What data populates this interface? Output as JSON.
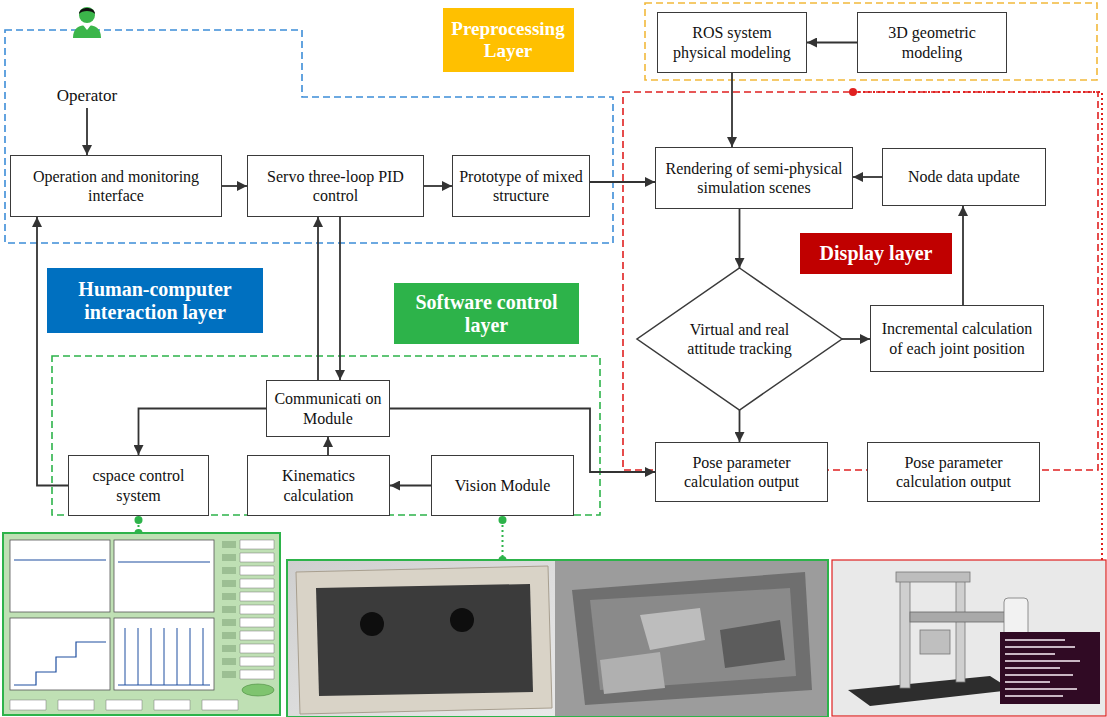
{
  "diagram": {
    "nodes": [
      {
        "text": [
          "Preprocessing Layer"
        ]
      },
      {
        "text": [
          "ROS system physical modeling"
        ]
      },
      {
        "text": [
          "3D geometric modeling"
        ]
      },
      {
        "text": [
          "Operator"
        ]
      },
      {
        "text": [
          "Operation and monitoring interface"
        ]
      },
      {
        "text": [
          "Servo three-loop PID control"
        ]
      },
      {
        "text": [
          "Prototype of mixed structure"
        ]
      },
      {
        "text": [
          "Rendering of semi-physical simulation scenes"
        ]
      },
      {
        "text": [
          "Node data update"
        ]
      },
      {
        "text": [
          "Display layer"
        ]
      },
      {
        "text": [
          "Human-computer interaction layer"
        ]
      },
      {
        "text": [
          "Software control layer"
        ]
      },
      {
        "text": [
          "Virtual and real attitude tracking"
        ]
      },
      {
        "text": [
          "Incremental calculation of each joint position"
        ]
      },
      {
        "text": [
          "Communicati on Module"
        ]
      },
      {
        "text": [
          "cspace control system"
        ]
      },
      {
        "text": [
          "Kinematics calculation"
        ]
      },
      {
        "text": [
          "Vision Module"
        ]
      },
      {
        "text": [
          "Pose parameter calculation output"
        ]
      },
      {
        "text": [
          "Pose parameter calculation output"
        ]
      }
    ],
    "edges": [
      {
        "from": 2,
        "to": 1,
        "arrow": "to"
      },
      {
        "from": 1,
        "to": 7,
        "arrow": "to"
      },
      {
        "from": 3,
        "to": 4,
        "arrow": "to"
      },
      {
        "from": 4,
        "to": 5,
        "arrow": "to"
      },
      {
        "from": 5,
        "to": 6,
        "arrow": "to"
      },
      {
        "from": 6,
        "to": 7,
        "arrow": "to"
      },
      {
        "from": 7,
        "to": 12,
        "arrow": "to"
      },
      {
        "from": 12,
        "to": 13,
        "arrow": "to"
      },
      {
        "from": 13,
        "to": 8,
        "arrow": "to"
      },
      {
        "from": 8,
        "to": 7,
        "arrow": "to"
      },
      {
        "from": 12,
        "to": 18,
        "arrow": "to"
      },
      {
        "from": 14,
        "to": 5,
        "arrow": "to"
      },
      {
        "from": 5,
        "to": 14,
        "arrow": "to"
      },
      {
        "from": 14,
        "to": 15,
        "arrow": "to"
      },
      {
        "from": 15,
        "to": 4,
        "arrow": "to"
      },
      {
        "from": 16,
        "to": 14,
        "arrow": "to"
      },
      {
        "from": 17,
        "to": 16,
        "arrow": "to"
      },
      {
        "from": 14,
        "to": 18,
        "arrow": "to"
      }
    ]
  }
}
